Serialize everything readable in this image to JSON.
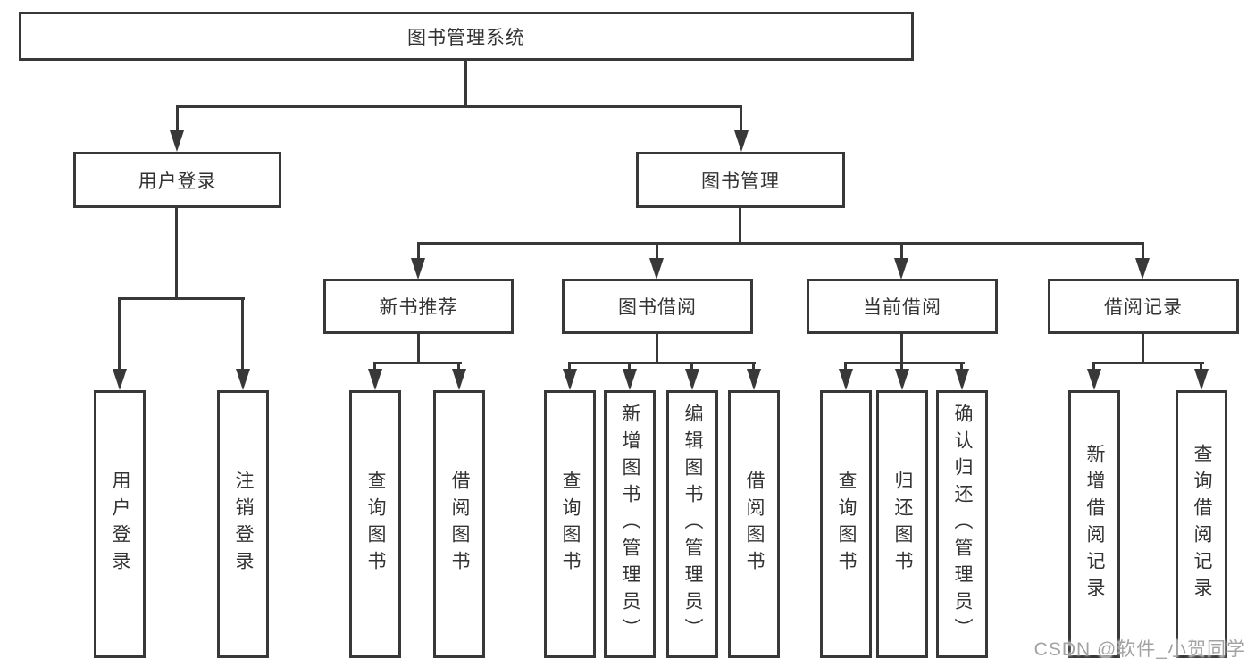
{
  "colors": {
    "line": "#383838",
    "box_border": "#383838",
    "text": "#333333",
    "watermark": "#a3a3a3",
    "background": "#ffffff"
  },
  "diagram": {
    "type": "hierarchy-tree",
    "root": {
      "label": "图书管理系统"
    },
    "level2": [
      {
        "label": "用户登录"
      },
      {
        "label": "图书管理"
      }
    ],
    "level3": [
      {
        "label": "新书推荐",
        "parent": "图书管理"
      },
      {
        "label": "图书借阅",
        "parent": "图书管理"
      },
      {
        "label": "当前借阅",
        "parent": "图书管理"
      },
      {
        "label": "借阅记录",
        "parent": "图书管理"
      }
    ],
    "leaves": [
      {
        "label": "用户登录",
        "parent": "用户登录"
      },
      {
        "label": "注销登录",
        "parent": "用户登录"
      },
      {
        "label": "查询图书",
        "parent": "新书推荐"
      },
      {
        "label": "借阅图书",
        "parent": "新书推荐"
      },
      {
        "label": "查询图书",
        "parent": "图书借阅"
      },
      {
        "label": "新增图书（管理员）",
        "parent": "图书借阅"
      },
      {
        "label": "编辑图书（管理员）",
        "parent": "图书借阅"
      },
      {
        "label": "借阅图书",
        "parent": "图书借阅"
      },
      {
        "label": "查询图书",
        "parent": "当前借阅"
      },
      {
        "label": "归还图书",
        "parent": "当前借阅"
      },
      {
        "label": "确认归还（管理员）",
        "parent": "当前借阅"
      },
      {
        "label": "新增借阅记录",
        "parent": "借阅记录"
      },
      {
        "label": "查询借阅记录",
        "parent": "借阅记录"
      }
    ]
  },
  "watermark": {
    "text": "CSDN @软件_小贺同学"
  }
}
